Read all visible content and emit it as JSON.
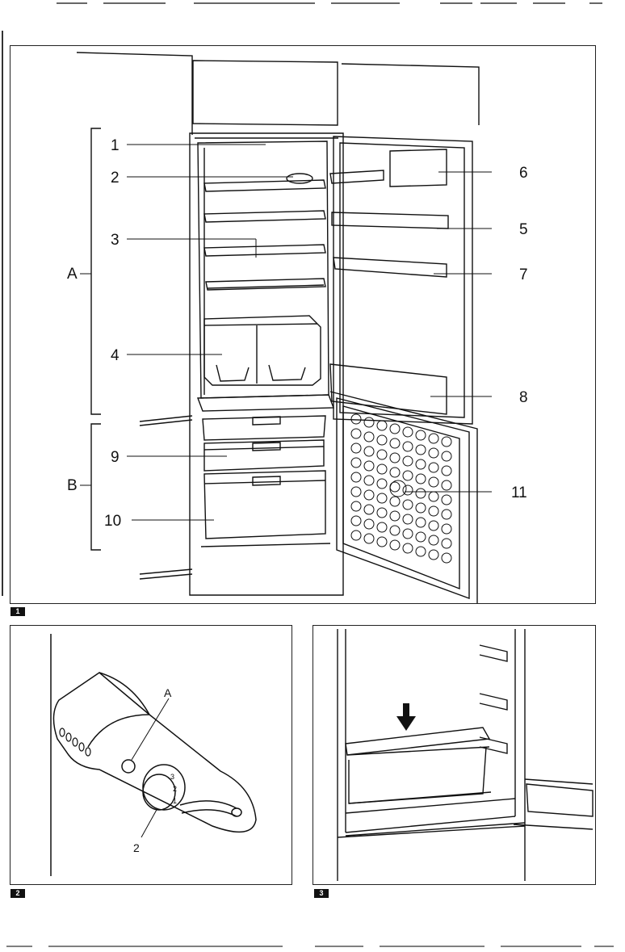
{
  "figure1": {
    "badge": "1",
    "group_labels": [
      "A",
      "B"
    ],
    "callouts": [
      "1",
      "2",
      "3",
      "4",
      "5",
      "6",
      "7",
      "8",
      "9",
      "10",
      "11"
    ]
  },
  "figure2": {
    "badge": "2",
    "callouts": [
      "A",
      "2"
    ],
    "dial_marks": [
      "3",
      "2",
      "1"
    ]
  },
  "figure3": {
    "badge": "3"
  }
}
